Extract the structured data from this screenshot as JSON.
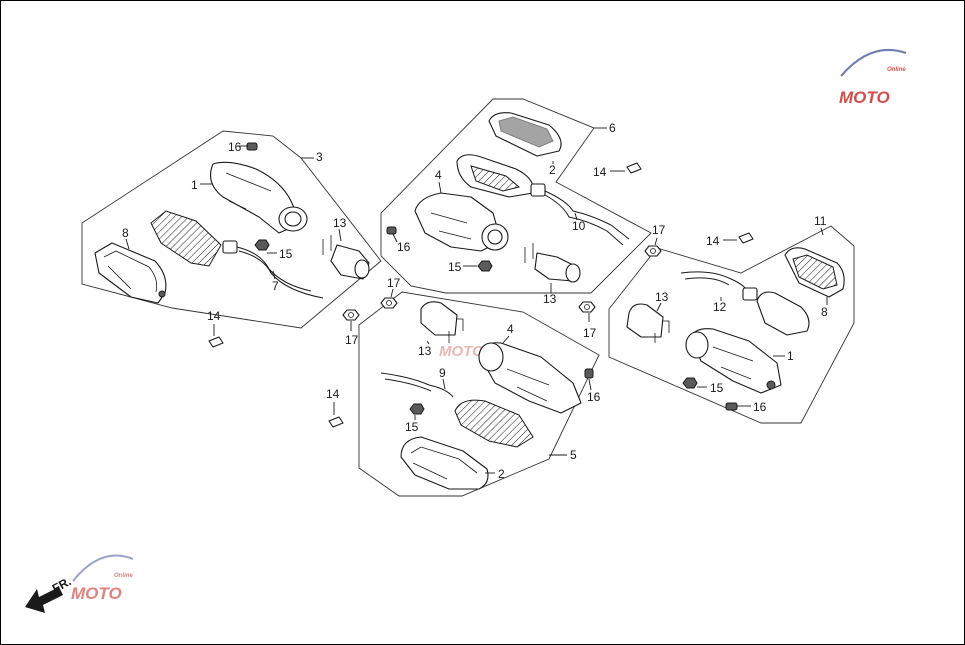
{
  "callouts": {
    "group_left": {
      "c1": "1",
      "c3": "3",
      "c7": "7",
      "c8": "8",
      "c13": "13",
      "c15": "15",
      "c16": "16"
    },
    "group_top": {
      "c2": "2",
      "c4": "4",
      "c6": "6",
      "c10": "10",
      "c13": "13",
      "c15": "15",
      "c16": "16"
    },
    "group_center": {
      "c2": "2",
      "c4": "4",
      "c5": "5",
      "c9": "9",
      "c13": "13",
      "c15": "15",
      "c16": "16"
    },
    "group_right": {
      "c1": "1",
      "c8": "8",
      "c11": "11",
      "c12": "12",
      "c13": "13",
      "c15": "15",
      "c16": "16"
    },
    "loose": {
      "c14_left": "14",
      "c14_center": "14",
      "c14_top": "14",
      "c14_right": "14",
      "c17_left": "17",
      "c17_mid": "17",
      "c17_top": "17",
      "c17_right": "17"
    }
  },
  "direction_marker": {
    "label": "FR."
  },
  "watermark": {
    "text": "MOTO",
    "subtext": "Online"
  },
  "colors": {
    "line": "#1a1a1a",
    "outline": "#333333",
    "watermark_red": "#c9302c",
    "watermark_blue": "#5566aa"
  }
}
